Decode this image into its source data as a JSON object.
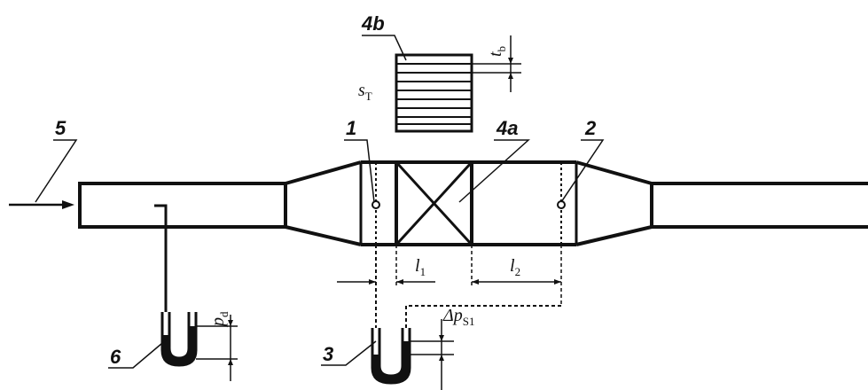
{
  "callouts": [
    {
      "id": "1",
      "text": "1"
    },
    {
      "id": "2",
      "text": "2"
    },
    {
      "id": "3",
      "text": "3"
    },
    {
      "id": "4a",
      "text": "4a"
    },
    {
      "id": "4b",
      "text": "4b"
    },
    {
      "id": "5",
      "text": "5"
    },
    {
      "id": "6",
      "text": "6"
    }
  ],
  "symbols": {
    "s_T": {
      "main": "s",
      "sub": "T"
    },
    "t_b": {
      "main": "t",
      "sub": "b"
    },
    "l_1": {
      "main": "l",
      "sub": "1"
    },
    "l_2": {
      "main": "l",
      "sub": "2"
    },
    "p_d": {
      "main": "p",
      "sub": "d"
    },
    "dp_s1": {
      "main": "Δp",
      "sub": "S1"
    }
  },
  "colors": {
    "ink": "#111111",
    "background": "#ffffff"
  }
}
